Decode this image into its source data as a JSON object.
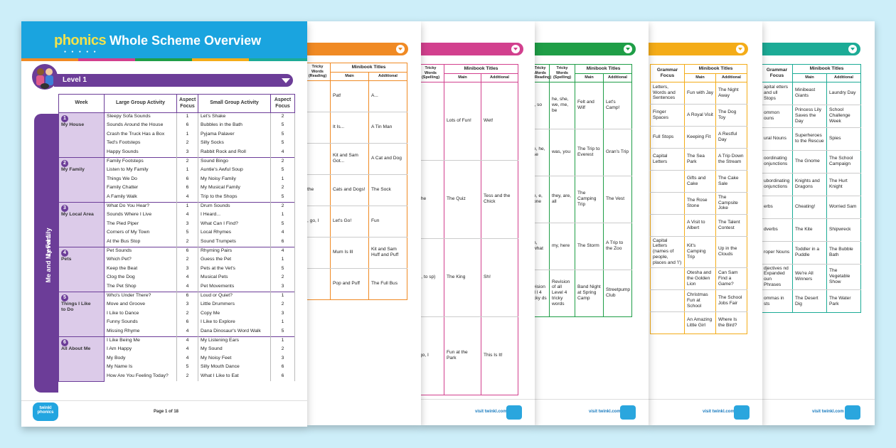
{
  "page1": {
    "logo": "phonics",
    "title": "Whole Scheme Overview",
    "level": "Level 1",
    "vertical_level": "Level 1",
    "vertical_topic": "Me and My Family",
    "headers": [
      "Week",
      "Large Group Activity",
      "Aspect Focus",
      "Small Group Activity",
      "Aspect Focus"
    ],
    "weeks": [
      {
        "num": "1",
        "name": "My House",
        "rows": [
          [
            "Sleepy Sofa Sounds",
            "1",
            "Let's Shake",
            "2"
          ],
          [
            "Sounds Around the House",
            "6",
            "Bubbles in the Bath",
            "5"
          ],
          [
            "Crash the Truck Has a Box",
            "1",
            "Pyjama Palaver",
            "5"
          ],
          [
            "Ted's Footsteps",
            "2",
            "Silly Socks",
            "5"
          ],
          [
            "Happy Sounds",
            "3",
            "Rabbit Rock and Roll",
            "4"
          ]
        ]
      },
      {
        "num": "2",
        "name": "My Family",
        "rows": [
          [
            "Family Footsteps",
            "2",
            "Sound Bingo",
            "2"
          ],
          [
            "Listen to My Family",
            "1",
            "Auntie's Awful Soup",
            "5"
          ],
          [
            "Things We Do",
            "6",
            "My Noisy Family",
            "1"
          ],
          [
            "Family Chatter",
            "6",
            "My Musical Family",
            "2"
          ],
          [
            "A Family Walk",
            "4",
            "Trip to the Shops",
            "5"
          ]
        ]
      },
      {
        "num": "3",
        "name": "My Local Area",
        "rows": [
          [
            "What Do You Hear?",
            "1",
            "Drum Sounds",
            "2"
          ],
          [
            "Sounds Where I Live",
            "4",
            "I Heard...",
            "1"
          ],
          [
            "The Pied Piper",
            "3",
            "What Can I Find?",
            "5"
          ],
          [
            "Corners of My Town",
            "5",
            "Local Rhymes",
            "4"
          ],
          [
            "At the Bus Stop",
            "2",
            "Sound Trumpets",
            "6"
          ]
        ]
      },
      {
        "num": "4",
        "name": "Pets",
        "rows": [
          [
            "Pet Sounds",
            "6",
            "Rhyming Pairs",
            "4"
          ],
          [
            "Which Pet?",
            "2",
            "Guess the Pet",
            "1"
          ],
          [
            "Keep the Beat",
            "3",
            "Pets at the Vet's",
            "5"
          ],
          [
            "Clog the Dog",
            "4",
            "Musical Pets",
            "2"
          ],
          [
            "The Pet Shop",
            "4",
            "Pet Movements",
            "3"
          ]
        ]
      },
      {
        "num": "5",
        "name": "Things I Like to Do",
        "rows": [
          [
            "Who's Under There?",
            "6",
            "Loud or Quiet?",
            "1"
          ],
          [
            "Move and Groove",
            "3",
            "Little Drummers",
            "2"
          ],
          [
            "I Like to Dance",
            "2",
            "Copy Me",
            "3"
          ],
          [
            "Funny Sounds",
            "6",
            "I Like to Explore",
            "1"
          ],
          [
            "Missing Rhyme",
            "4",
            "Dana Dinosaur's Word Walk",
            "5"
          ]
        ]
      },
      {
        "num": "6",
        "name": "All About Me",
        "rows": [
          [
            "I Like Being Me",
            "4",
            "My Listening Ears",
            "1"
          ],
          [
            "I Am Happy",
            "4",
            "My Sound",
            "2"
          ],
          [
            "My Body",
            "4",
            "My Noisy Feet",
            "3"
          ],
          [
            "My Name Is",
            "5",
            "Silly Mouth Dance",
            "6"
          ],
          [
            "How Are You Feeling Today?",
            "2",
            "What I Like to Eat",
            "6"
          ]
        ]
      }
    ],
    "page_label": "Page 1 of 18",
    "footer_logo": "twinkl phonics"
  },
  "page2": {
    "header_tricky": "Tricky Words (Reading)",
    "header_minibook": "Minibook Titles",
    "sub_main": "Main",
    "sub_additional": "Additional",
    "rows": [
      [
        "",
        "Pat!",
        "A..."
      ],
      [
        "",
        "It Is...",
        "A Tin Man"
      ],
      [
        "",
        "Kit and Sam Got...",
        "A Cat and Dog"
      ],
      [
        "the",
        "Cats and Dogs!",
        "The Sock"
      ],
      [
        ", go, I",
        "Let's Go!",
        "Fun"
      ],
      [
        "",
        "Mum Is Ill",
        "Kit and Sam Huff and Puff"
      ],
      [
        "",
        "Pop and Puff",
        "The Full Bus"
      ]
    ]
  },
  "page3": {
    "header_tricky": "Tricky Words (Spelling)",
    "header_minibook": "Minibook Titles",
    "sub_main": "Main",
    "sub_additional": "Additional",
    "rows": [
      [
        "",
        "Lots of Fun!",
        "Wet!"
      ],
      [
        "the",
        "The Quiz",
        "Tess and the Chick"
      ],
      [
        "(, to sp)",
        "The King",
        "Sh!"
      ],
      [
        "go, I",
        "Fun at the Park",
        "This Is It!"
      ]
    ],
    "footer": "visit twinkl.com"
  },
  "page4": {
    "header_tricky_reading": "Tricky Words (Reading)",
    "header_tricky_spelling": "Tricky Words (Spelling)",
    "header_minibook": "Minibook Titles",
    "sub_main": "Main",
    "sub_additional": "Additional",
    "rows": [
      [
        "l, so",
        "he, she, we, me, be",
        "Felt and Wilf",
        "Let's Camp!"
      ],
      [
        "e, he, se",
        "was, you",
        "The Trip to Everest",
        "Gran's Trip"
      ],
      [
        "e, e, one",
        "they, are, all",
        "The Camping Trip",
        "The Vest"
      ],
      [
        "n, what",
        "my, here",
        "The Storm",
        "A Trip to the Zoo"
      ],
      [
        "vision ll l 4 cky ds",
        "Revision of all Level 4 tricky words",
        "Band Night at Spring Camp",
        "Streetpump Club"
      ]
    ],
    "footer": "visit twinkl.com"
  },
  "page5": {
    "header_grammar": "Grammar Focus",
    "header_minibook": "Minibook Titles",
    "sub_main": "Main",
    "sub_additional": "Additional",
    "rows": [
      [
        "Letters, Words and Sentences",
        "Fun with Jay",
        "The Night Away"
      ],
      [
        "Finger Spaces",
        "A Royal Visit",
        "The Dog Toy"
      ],
      [
        "Full Stops",
        "Keeping Fit",
        "A Restful Day"
      ],
      [
        "Capital Letters",
        "The Sea Park",
        "A Trip Down the Stream"
      ],
      [
        "",
        "Gifts and Cake",
        "The Cake Sale"
      ],
      [
        "",
        "The Rose Stone",
        "The Campsite Joke"
      ],
      [
        "",
        "A Visit to Albert",
        "The Talent Contest"
      ],
      [
        "Capital Letters (names of people, places and 'I')",
        "Kit's Camping Trip",
        "Up in the Clouds"
      ],
      [
        "",
        "Otesha and the Golden Lion",
        "Can Sam Find a Game?"
      ],
      [
        "",
        "Christmas Fun at School",
        "The School Jobs Fair"
      ],
      [
        "",
        "An Amazing Little Girl",
        "Where Is the Bird?"
      ]
    ],
    "footer": "visit twinkl.com"
  },
  "page6": {
    "header_grammar": "Grammar Focus",
    "header_minibook": "Minibook Titles",
    "sub_main": "Main",
    "sub_additional": "Additional",
    "rows": [
      [
        "apital etters and ull Stops",
        "Minibeast Giants",
        "Laundry Day"
      ],
      [
        "ommon ouns",
        "Princess Lily Saves the Day",
        "School Challenge Week"
      ],
      [
        "ural Nouns",
        "Superheroes to the Rescue",
        "Spies"
      ],
      [
        "oordinating onjunctions",
        "The Gnome",
        "The School Campaign"
      ],
      [
        "ubordinating onjunctions",
        "Knights and Dragons",
        "The Hurt Knight"
      ],
      [
        "erbs",
        "Cheating!",
        "Worried Sam"
      ],
      [
        "dverbs",
        "The Kite",
        "Shipwreck"
      ],
      [
        "roper Nouns",
        "Toddler in a Puddle",
        "The Bubble Bath"
      ],
      [
        "djectives nd Expanded oun Phrases",
        "We're All Winners",
        "The Vegetable Show"
      ],
      [
        "ommas in sts",
        "The Desert Dig",
        "The Water Park"
      ]
    ],
    "footer": "visit twinkl.com"
  },
  "colors": {
    "background": "#cdeef9",
    "level1": "#6c3d98",
    "level2": "#f08a24",
    "level3": "#d2408e",
    "level4": "#1f9e47",
    "level5": "#f4ac18",
    "level6": "#1cab96",
    "header_blue": "#1aa4df"
  }
}
